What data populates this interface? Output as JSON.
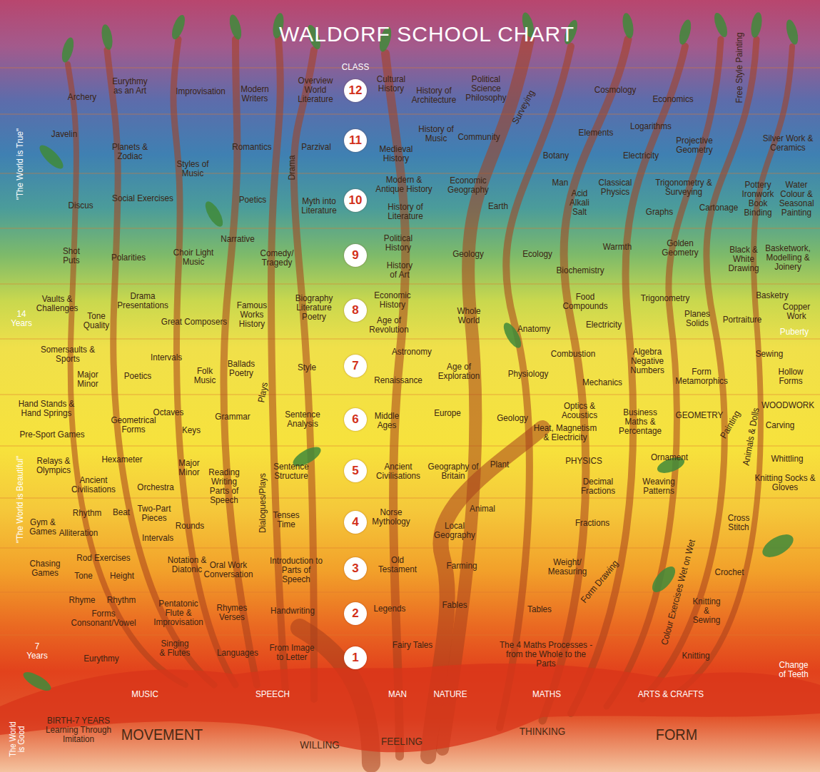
{
  "diagram": {
    "title": "WALDORF SCHOOL CHART",
    "nodes": [
      {
        "text": [
          "12"
        ]
      },
      {
        "text": [
          "11"
        ]
      },
      {
        "text": [
          "10"
        ]
      },
      {
        "text": [
          "9"
        ]
      },
      {
        "text": [
          "8"
        ]
      },
      {
        "text": [
          "7"
        ]
      },
      {
        "text": [
          "6"
        ]
      },
      {
        "text": [
          "5"
        ]
      },
      {
        "text": [
          "4"
        ]
      },
      {
        "text": [
          "3"
        ]
      },
      {
        "text": [
          "2"
        ]
      },
      {
        "text": [
          "1"
        ]
      }
    ],
    "labels": [
      "CLASS",
      "Archery",
      "Eurythmy as an Art",
      "Improvisation",
      "Modern Writers",
      "Overview World Literature",
      "Cultural History",
      "History of Architecture",
      "Political Science Philosophy",
      "Surveying",
      "Cosmology",
      "Economics",
      "Free Style Painting",
      "Javelin",
      "Planets & Zodiac",
      "Styles of Music",
      "Romantics",
      "Parzival",
      "Medieval History",
      "History of Music",
      "Community",
      "Elements",
      "Logarithms",
      "Botany",
      "Electricity",
      "Projective Geometry",
      "Silver Work & Ceramics",
      "Discus",
      "Social Exercises",
      "Poetics",
      "Drama",
      "Myth into Literature",
      "Modern & Antique History",
      "Economic Geography",
      "History of Literature",
      "Earth",
      "Man",
      "Acid Alkali Salt",
      "Classical Physics",
      "Trigonometry & Surveying",
      "Graphs",
      "Cartonage",
      "Pottery Ironwork Book Binding",
      "Water Colour & Seasonal Painting",
      "Shot Puts",
      "Polarities",
      "Choir Light Music",
      "Narrative",
      "Comedy/ Tragedy",
      "Political History",
      "History of Art",
      "Geology",
      "Ecology",
      "Biochemistry",
      "Warmth",
      "Golden Geometry",
      "Black & White Drawing",
      "Basketwork, Modelling & Joinery",
      "Vaults & Challenges",
      "14 Years",
      "Drama Presentations",
      "Tone Quality",
      "Great Composers",
      "Famous Works History",
      "Biography Literature Poetry",
      "Economic History",
      "Age of Revolution",
      "Whole World",
      "Food Compounds",
      "Anatomy",
      "Electricity",
      "Trigonometry",
      "Planes Solids",
      "Portraiture",
      "Basketry",
      "Copper Work",
      "Puberty",
      "Somersaults & Sports",
      "Major Minor",
      "Intervals",
      "Poetics",
      "Folk Music",
      "Ballads Poetry",
      "Style",
      "Astronomy",
      "Renaissance",
      "Age of Exploration",
      "Physiology",
      "Combustion",
      "Algebra Negative Numbers",
      "Mechanics",
      "Form Metamorphics",
      "Sewing",
      "Hollow Forms",
      "Hand Stands & Hand Springs",
      "Pre-Sport Games",
      "Geometrical Forms",
      "Octaves",
      "Keys",
      "Grammar",
      "Plays",
      "Sentence Analysis",
      "Middle Ages",
      "Europe",
      "Geology",
      "Optics & Acoustics",
      "Heat, Magnetism & Electricity",
      "Business Maths & Percentage",
      "GEOMETRY",
      "Painting",
      "Animals & Dolls",
      "WOODWORK",
      "Carving",
      "Relays & Olympics",
      "Hexameter",
      "Ancient Civilisations",
      "Orchestra",
      "Major Minor",
      "Reading Writing Parts of Speech",
      "Dialogues/Plays",
      "Sentence Structure",
      "Ancient Civilisations",
      "Geography of Britain",
      "Plant",
      "PHYSICS",
      "Ornament",
      "Decimal Fractions",
      "Weaving Patterns",
      "Whittling",
      "Knitting Socks & Gloves",
      "Gym & Games",
      "Rhythm",
      "Beat",
      "Two-Part Pieces",
      "Alliteration",
      "Intervals",
      "Rounds",
      "Tenses Time",
      "Norse Mythology",
      "Animal",
      "Local Geography",
      "Fractions",
      "Cross Stitch",
      "Chasing Games",
      "Rod Exercises",
      "Tone",
      "Height",
      "Notation & Diatonic",
      "Oral Work Conversation",
      "Introduction to Parts of Speech",
      "Old Testament",
      "Farming",
      "Weight/ Measuring",
      "Form Drawing",
      "Colour Exercises Wet on Wet",
      "Crochet",
      "Rhyme",
      "Rhythm",
      "Forms Consonant/Vowel",
      "Pentatonic Flute & Improvisation",
      "Rhymes Verses",
      "Handwriting",
      "Legends",
      "Fables",
      "Tables",
      "Knitting & Sewing",
      "7 Years",
      "Eurythmy",
      "Singing & Flutes",
      "Languages",
      "From Image to Letter",
      "Fairy Tales",
      "The 4 Maths Processes - from the Whole to the Parts",
      "Knitting",
      "Change of Teeth",
      "MUSIC",
      "SPEECH",
      "MAN",
      "NATURE",
      "MATHS",
      "ARTS & CRAFTS",
      "BIRTH-7 YEARS Learning Through Imitation",
      "MOVEMENT",
      "WILLING",
      "FEELING",
      "THINKING",
      "FORM",
      "\"The World is True\"",
      "\"The World is Beautiful\"",
      "The World is Good"
    ]
  }
}
